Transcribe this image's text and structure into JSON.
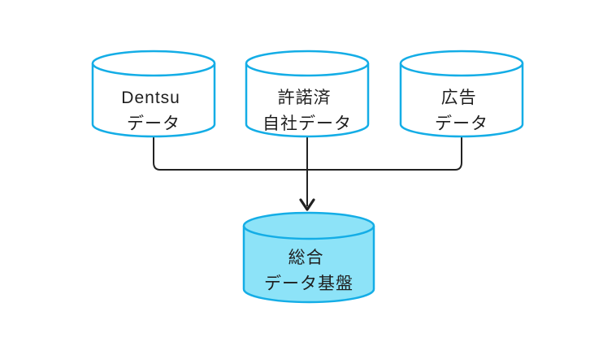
{
  "diagram": {
    "background_color": "#ffffff",
    "accent_stroke_color": "#14ade6",
    "highlight_fill_color": "#8de3f8",
    "plain_fill_color": "#ffffff",
    "connector_color": "#222222",
    "text_color": "#1e1e1e",
    "nodes": [
      {
        "id": "dentsu-data",
        "lines": [
          "Dentsu",
          "データ"
        ],
        "fill": "#ffffff",
        "stroke": "#14ade6"
      },
      {
        "id": "licensed-first-party-data",
        "lines": [
          "許諾済",
          "自社データ"
        ],
        "fill": "#ffffff",
        "stroke": "#14ade6"
      },
      {
        "id": "ad-data",
        "lines": [
          "広告",
          "データ"
        ],
        "fill": "#ffffff",
        "stroke": "#14ade6"
      },
      {
        "id": "integrated-data-platform",
        "lines": [
          "総合",
          "データ基盤"
        ],
        "fill": "#8de3f8",
        "stroke": "#14ade6"
      }
    ]
  }
}
